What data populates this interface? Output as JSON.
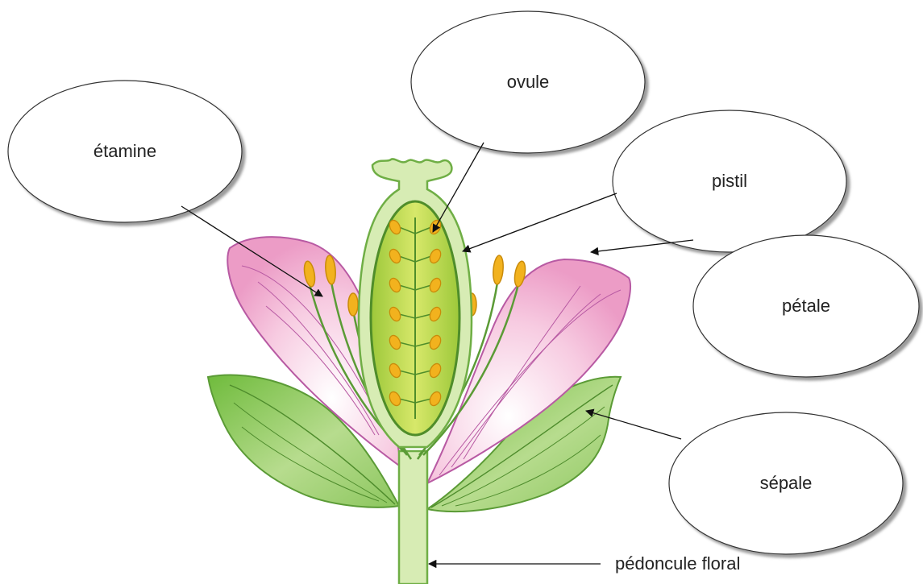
{
  "diagram": {
    "labels": {
      "ovule": "ovule",
      "etamine": "étamine",
      "pistil": "pistil",
      "petale": "pétale",
      "sepale": "sépale",
      "pedoncule": "pédoncule floral"
    },
    "colors": {
      "petal": "#f3b6d4",
      "petal_edge": "#b85aa3",
      "sepal": "#9bcf6e",
      "sepal_edge": "#5b9b36",
      "stem": "#d7ecb4",
      "stem_edge": "#6fae45",
      "ovary": "#b5d94a",
      "ovule": "#f2b21e",
      "stamen": "#f2b21e"
    }
  }
}
